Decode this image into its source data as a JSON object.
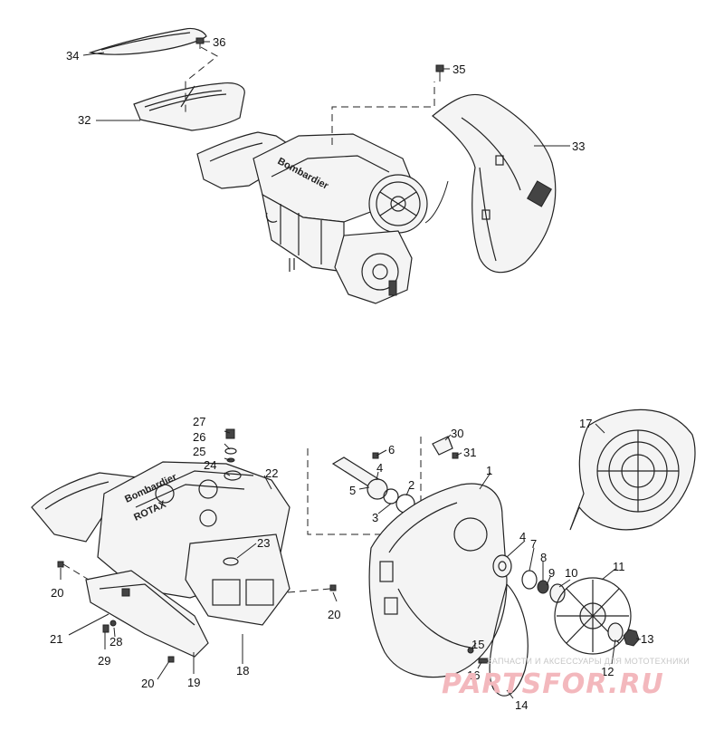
{
  "parts": [
    {
      "label": "1"
    },
    {
      "label": "2"
    },
    {
      "label": "3"
    },
    {
      "label": "4"
    },
    {
      "label": "4"
    },
    {
      "label": "5"
    },
    {
      "label": "6"
    },
    {
      "label": "7"
    },
    {
      "label": "8"
    },
    {
      "label": "9"
    },
    {
      "label": "10"
    },
    {
      "label": "11"
    },
    {
      "label": "12"
    },
    {
      "label": "13"
    },
    {
      "label": "14"
    },
    {
      "label": "15"
    },
    {
      "label": "16"
    },
    {
      "label": "17"
    },
    {
      "label": "18"
    },
    {
      "label": "19"
    },
    {
      "label": "20"
    },
    {
      "label": "20"
    },
    {
      "label": "20"
    },
    {
      "label": "21"
    },
    {
      "label": "22"
    },
    {
      "label": "23"
    },
    {
      "label": "24"
    },
    {
      "label": "25"
    },
    {
      "label": "26"
    },
    {
      "label": "27"
    },
    {
      "label": "28"
    },
    {
      "label": "29"
    },
    {
      "label": "30"
    },
    {
      "label": "31"
    },
    {
      "label": "32"
    },
    {
      "label": "33"
    },
    {
      "label": "34"
    },
    {
      "label": "35"
    },
    {
      "label": "36"
    }
  ],
  "brand_labels": {
    "engine": "Bombardier",
    "shroud": "Bombardier",
    "shroud_sub": "ROTAX"
  },
  "watermark": {
    "tagline": "ЗАПЧАСТИ И АКСЕССУАРЫ ДЛЯ МОТОТЕХНИКИ",
    "site": "PARTSFOR.RU"
  }
}
